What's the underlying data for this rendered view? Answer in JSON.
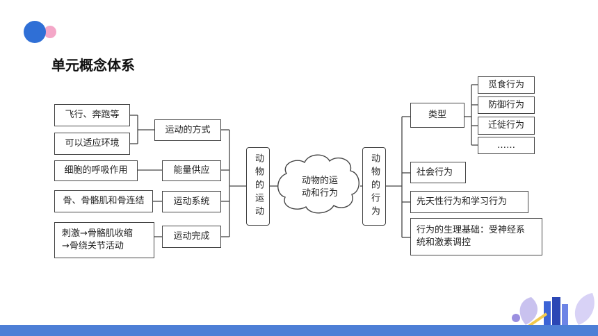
{
  "heading": "单元概念体系",
  "colors": {
    "accent_blue": "#2f6fd6",
    "accent_pink": "#f4a7c8",
    "footer_blue": "#4d7fd6"
  },
  "center": "动物的运动和行为",
  "center_lines": [
    "动物的运",
    "动和行为"
  ],
  "left_hub": "动物的运动",
  "right_hub": "动物的行为",
  "left": {
    "examples": [
      "飞行、奔跑等",
      "可以适应环境",
      "细胞的呼吸作用",
      "骨、骨骼肌和骨连结"
    ],
    "example_stimulus_lines": [
      "刺激→骨骼肌收缩",
      "→骨绕关节活动"
    ],
    "categories": [
      "运动的方式",
      "能量供应",
      "运动系统",
      "运动完成"
    ]
  },
  "right": {
    "type_label": "类型",
    "types": [
      "觅食行为",
      "防御行为",
      "迁徙行为",
      "……"
    ],
    "social": "社会行为",
    "innate": "先天性行为和学习行为",
    "basis_lines": [
      "行为的生理基础：受神经系",
      "统和激素调控"
    ]
  },
  "icons": [
    "circle-logo-icon",
    "books-decoration-icon"
  ]
}
